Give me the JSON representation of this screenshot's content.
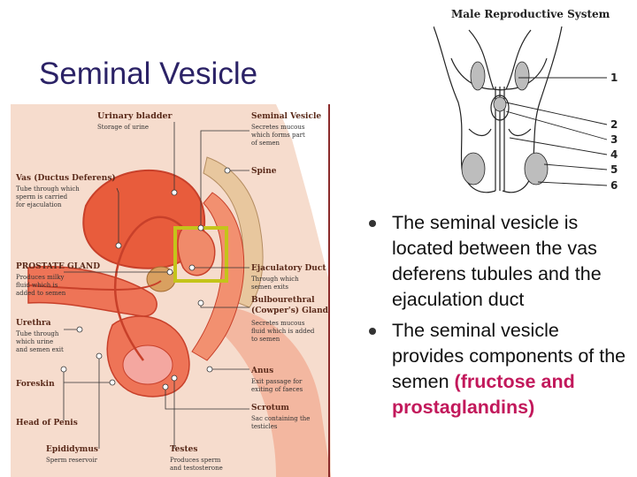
{
  "slide": {
    "title": "Seminal Vesicle",
    "bullets": [
      {
        "text": "The seminal vesicle is located between the vas deferens tubules and the ejaculation duct"
      },
      {
        "text": "The seminal vesicle provides components of the semen",
        "emphasis": "(fructose and prostaglandins)"
      }
    ],
    "emphasis_color": "#c2185b"
  },
  "anatomy_figure": {
    "labels": {
      "urinary_bladder": {
        "name": "Urinary bladder",
        "desc": "Storage of urine"
      },
      "seminal_vesicle": {
        "name": "Seminal Vesicle",
        "desc1": "Secretes mucous",
        "desc2": "which forms part",
        "desc3": "of semen"
      },
      "spine": {
        "name": "Spine"
      },
      "vas_deferens": {
        "name": "Vas (Ductus Deferens)",
        "desc1": "Tube through which",
        "desc2": "sperm is carried",
        "desc3": "for ejaculation"
      },
      "prostate": {
        "name": "PROSTATE GLAND",
        "desc1": "Produces milky",
        "desc2": "fluid which is",
        "desc3": "added to semen"
      },
      "ejaculatory_duct": {
        "name": "Ejaculatory Duct",
        "desc1": "Through which",
        "desc2": "semen exits"
      },
      "bulbourethral": {
        "name1": "Bulbourethral",
        "name2": "(Cowper's) Gland",
        "desc1": "Secretes mucous",
        "desc2": "fluid which is added",
        "desc3": "to semen"
      },
      "urethra": {
        "name": "Urethra",
        "desc1": "Tube through",
        "desc2": "which urine",
        "desc3": "and semen exit"
      },
      "anus": {
        "name": "Anus",
        "desc1": "Exit passage for",
        "desc2": "exiting of faeces"
      },
      "foreskin": {
        "name": "Foreskin"
      },
      "scrotum": {
        "name": "Scrotum",
        "desc1": "Sac containing the",
        "desc2": "testicles"
      },
      "head_of_penis": {
        "name": "Head of Penis"
      },
      "epididymus": {
        "name": "Epididymus",
        "desc": "Sperm reservoir"
      },
      "testes": {
        "name": "Testes",
        "desc1": "Produces sperm",
        "desc2": "and testosterone"
      }
    }
  },
  "reference_figure": {
    "title": "Male Reproductive System",
    "numbers": [
      "1",
      "2",
      "3",
      "4",
      "5",
      "6"
    ]
  }
}
